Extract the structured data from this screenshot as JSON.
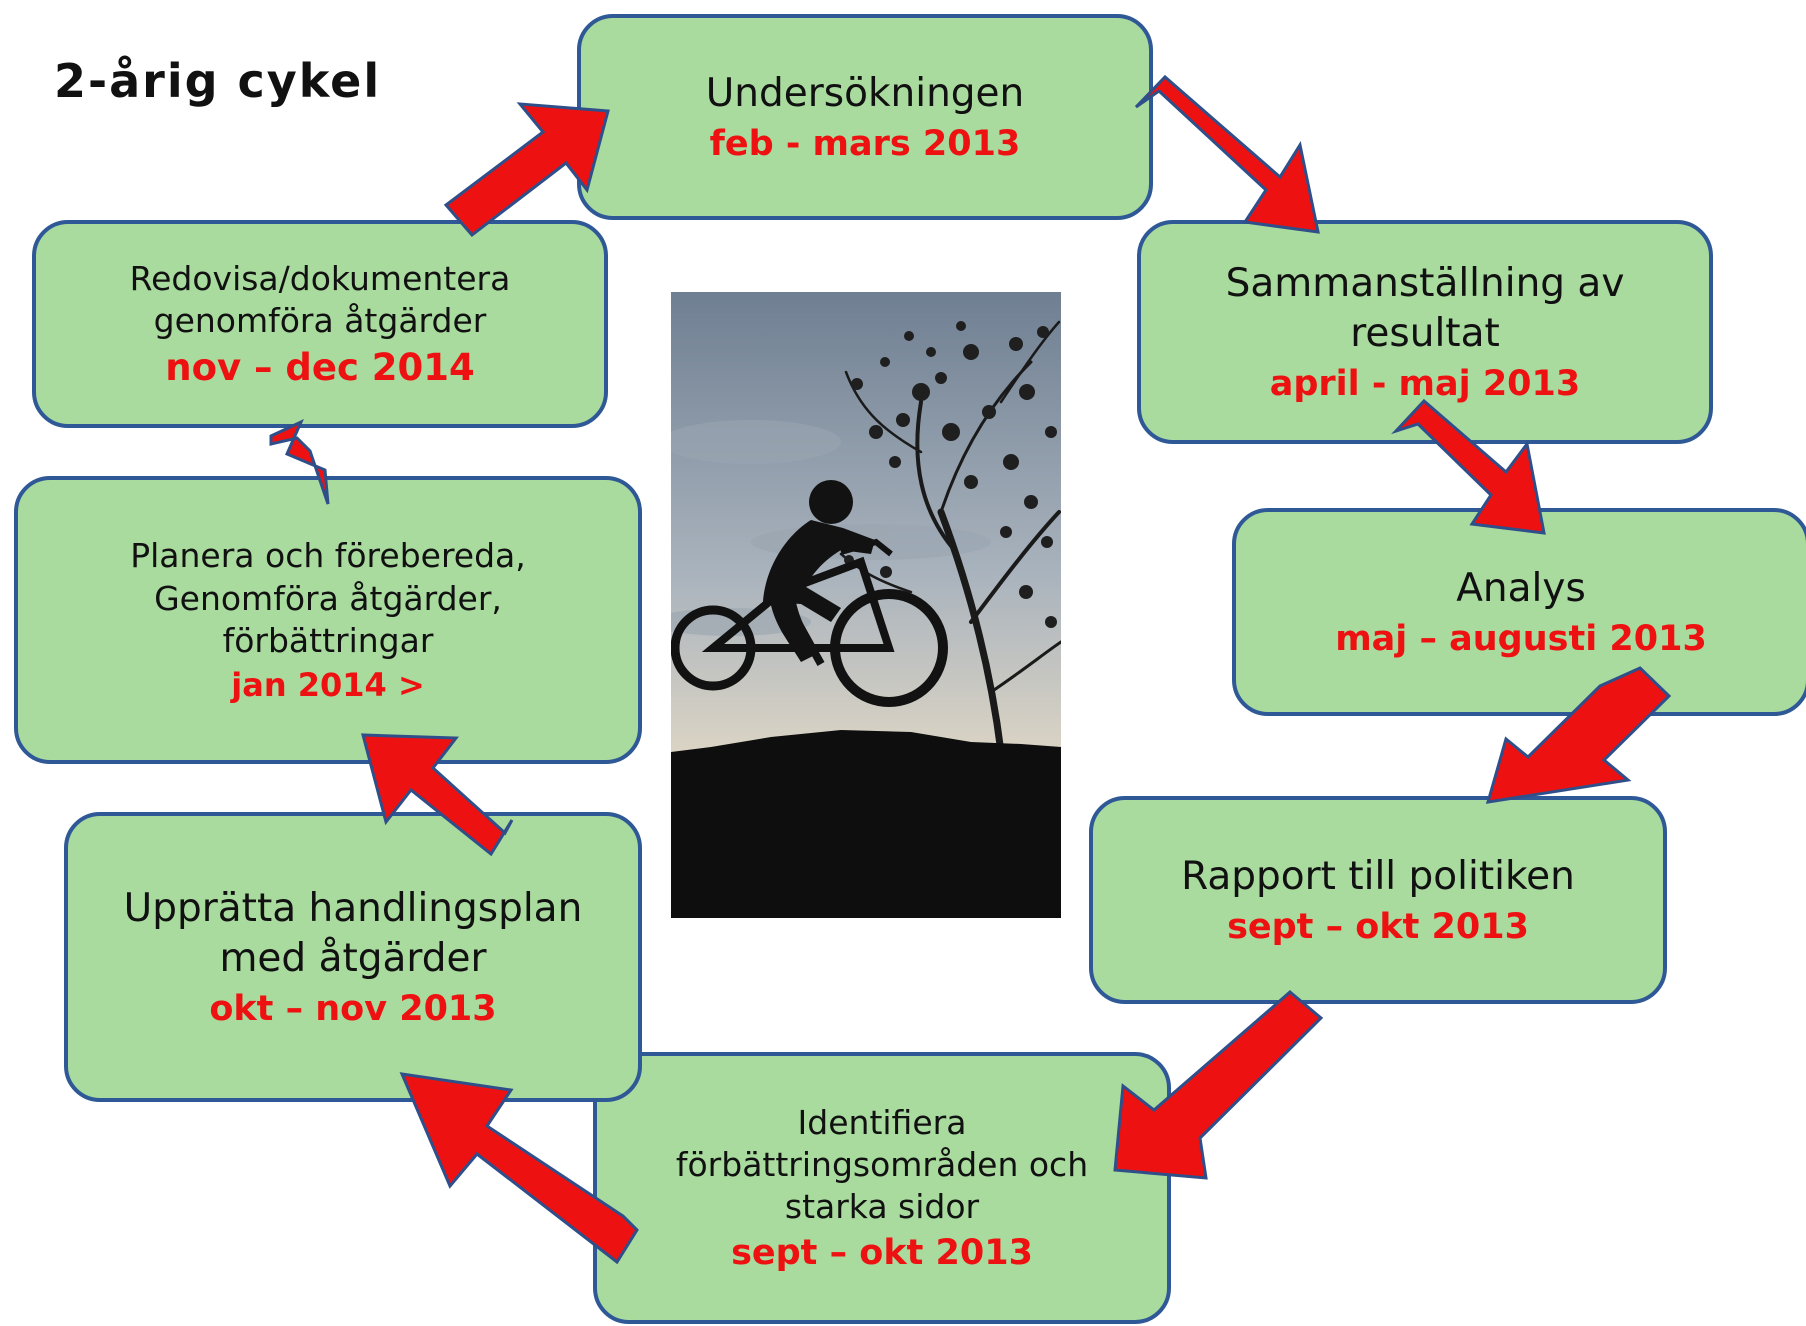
{
  "title": "2-årig cykel",
  "steps": [
    {
      "label": "Undersökningen",
      "date": "feb - mars 2013"
    },
    {
      "label": "Sammanställning av resultat",
      "date": "april - maj 2013"
    },
    {
      "label": "Analys",
      "date": "maj – augusti 2013"
    },
    {
      "label": "Rapport till politiken",
      "date": "sept – okt 2013"
    },
    {
      "label": "Identifiera förbättringsområden och starka sidor",
      "date": "sept – okt 2013"
    },
    {
      "label": "Upprätta handlingsplan med åtgärder",
      "date": "okt – nov 2013"
    },
    {
      "label": "Planera och förebereda, Genomföra åtgärder, förbättringar",
      "date": "jan 2014 >"
    },
    {
      "label": "Redovisa/dokumentera genomföra åtgärder",
      "date": "nov – dec 2014"
    }
  ],
  "colors": {
    "box_fill": "#a9da9e",
    "box_border": "#2f5896",
    "date_text": "#ee1111",
    "arrow_fill": "#ee1111",
    "arrow_border": "#2f4f8a"
  },
  "photo": {
    "subject": "cyclist-silhouette"
  }
}
